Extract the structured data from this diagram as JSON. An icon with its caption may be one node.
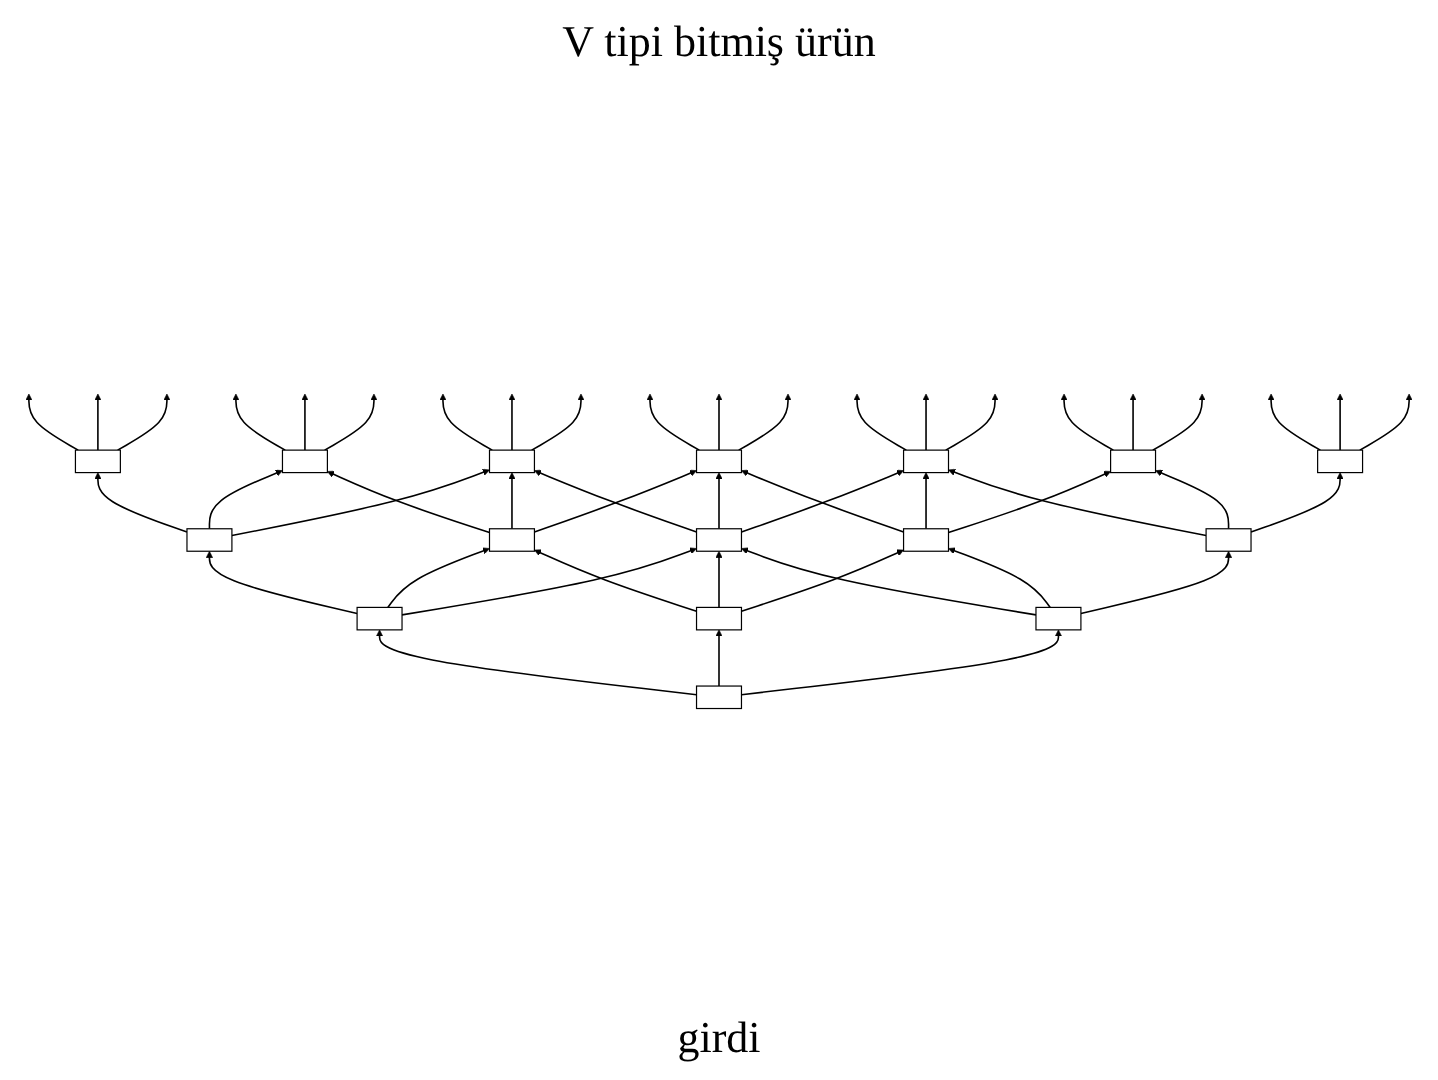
{
  "diagram": {
    "title": "V tipi bitmiş ürün",
    "nodes": [
      {
        "text": [],
        "shape": "box"
      },
      {
        "text": [],
        "shape": "box"
      },
      {
        "text": [],
        "shape": "box"
      },
      {
        "text": [],
        "shape": "box"
      },
      {
        "text": [],
        "shape": "box"
      },
      {
        "text": [],
        "shape": "box"
      },
      {
        "text": [],
        "shape": "box"
      },
      {
        "text": [],
        "shape": "box"
      },
      {
        "text": [],
        "shape": "box"
      },
      {
        "text": [],
        "shape": "box"
      },
      {
        "text": [],
        "shape": "box"
      },
      {
        "text": [],
        "shape": "box"
      },
      {
        "text": [],
        "shape": "box"
      },
      {
        "text": [],
        "shape": "box"
      },
      {
        "text": [],
        "shape": "box"
      },
      {
        "text": [],
        "shape": "box"
      }
    ],
    "edges": [
      {
        "from": 0,
        "to": null,
        "arrow": "to"
      },
      {
        "from": 0,
        "to": null,
        "arrow": "to"
      },
      {
        "from": 0,
        "to": null,
        "arrow": "to"
      },
      {
        "from": 1,
        "to": null,
        "arrow": "to"
      },
      {
        "from": 1,
        "to": null,
        "arrow": "to"
      },
      {
        "from": 1,
        "to": null,
        "arrow": "to"
      },
      {
        "from": 2,
        "to": null,
        "arrow": "to"
      },
      {
        "from": 2,
        "to": null,
        "arrow": "to"
      },
      {
        "from": 2,
        "to": null,
        "arrow": "to"
      },
      {
        "from": 3,
        "to": null,
        "arrow": "to"
      },
      {
        "from": 3,
        "to": null,
        "arrow": "to"
      },
      {
        "from": 3,
        "to": null,
        "arrow": "to"
      },
      {
        "from": 4,
        "to": null,
        "arrow": "to"
      },
      {
        "from": 4,
        "to": null,
        "arrow": "to"
      },
      {
        "from": 4,
        "to": null,
        "arrow": "to"
      },
      {
        "from": 5,
        "to": null,
        "arrow": "to"
      },
      {
        "from": 5,
        "to": null,
        "arrow": "to"
      },
      {
        "from": 5,
        "to": null,
        "arrow": "to"
      },
      {
        "from": 6,
        "to": null,
        "arrow": "to"
      },
      {
        "from": 6,
        "to": null,
        "arrow": "to"
      },
      {
        "from": 6,
        "to": null,
        "arrow": "to"
      },
      {
        "from": 7,
        "to": 0,
        "arrow": "to"
      },
      {
        "from": 7,
        "to": 1,
        "arrow": "to"
      },
      {
        "from": 7,
        "to": 2,
        "arrow": "to"
      },
      {
        "from": 8,
        "to": 1,
        "arrow": "to"
      },
      {
        "from": 8,
        "to": 2,
        "arrow": "to"
      },
      {
        "from": 8,
        "to": 3,
        "arrow": "to"
      },
      {
        "from": 9,
        "to": 2,
        "arrow": "to"
      },
      {
        "from": 9,
        "to": 3,
        "arrow": "to"
      },
      {
        "from": 9,
        "to": 4,
        "arrow": "to"
      },
      {
        "from": 10,
        "to": 3,
        "arrow": "to"
      },
      {
        "from": 10,
        "to": 4,
        "arrow": "to"
      },
      {
        "from": 10,
        "to": 5,
        "arrow": "to"
      },
      {
        "from": 11,
        "to": 4,
        "arrow": "to"
      },
      {
        "from": 11,
        "to": 5,
        "arrow": "to"
      },
      {
        "from": 11,
        "to": 6,
        "arrow": "to"
      },
      {
        "from": 12,
        "to": 7,
        "arrow": "to"
      },
      {
        "from": 12,
        "to": 8,
        "arrow": "to"
      },
      {
        "from": 12,
        "to": 9,
        "arrow": "to"
      },
      {
        "from": 13,
        "to": 8,
        "arrow": "to"
      },
      {
        "from": 13,
        "to": 9,
        "arrow": "to"
      },
      {
        "from": 13,
        "to": 10,
        "arrow": "to"
      },
      {
        "from": 14,
        "to": 9,
        "arrow": "to"
      },
      {
        "from": 14,
        "to": 10,
        "arrow": "to"
      },
      {
        "from": 14,
        "to": 11,
        "arrow": "to"
      },
      {
        "from": 15,
        "to": 12,
        "arrow": "to"
      },
      {
        "from": 15,
        "to": 13,
        "arrow": "to"
      },
      {
        "from": 15,
        "to": 14,
        "arrow": "to"
      }
    ],
    "labels": [
      "girdi"
    ]
  }
}
